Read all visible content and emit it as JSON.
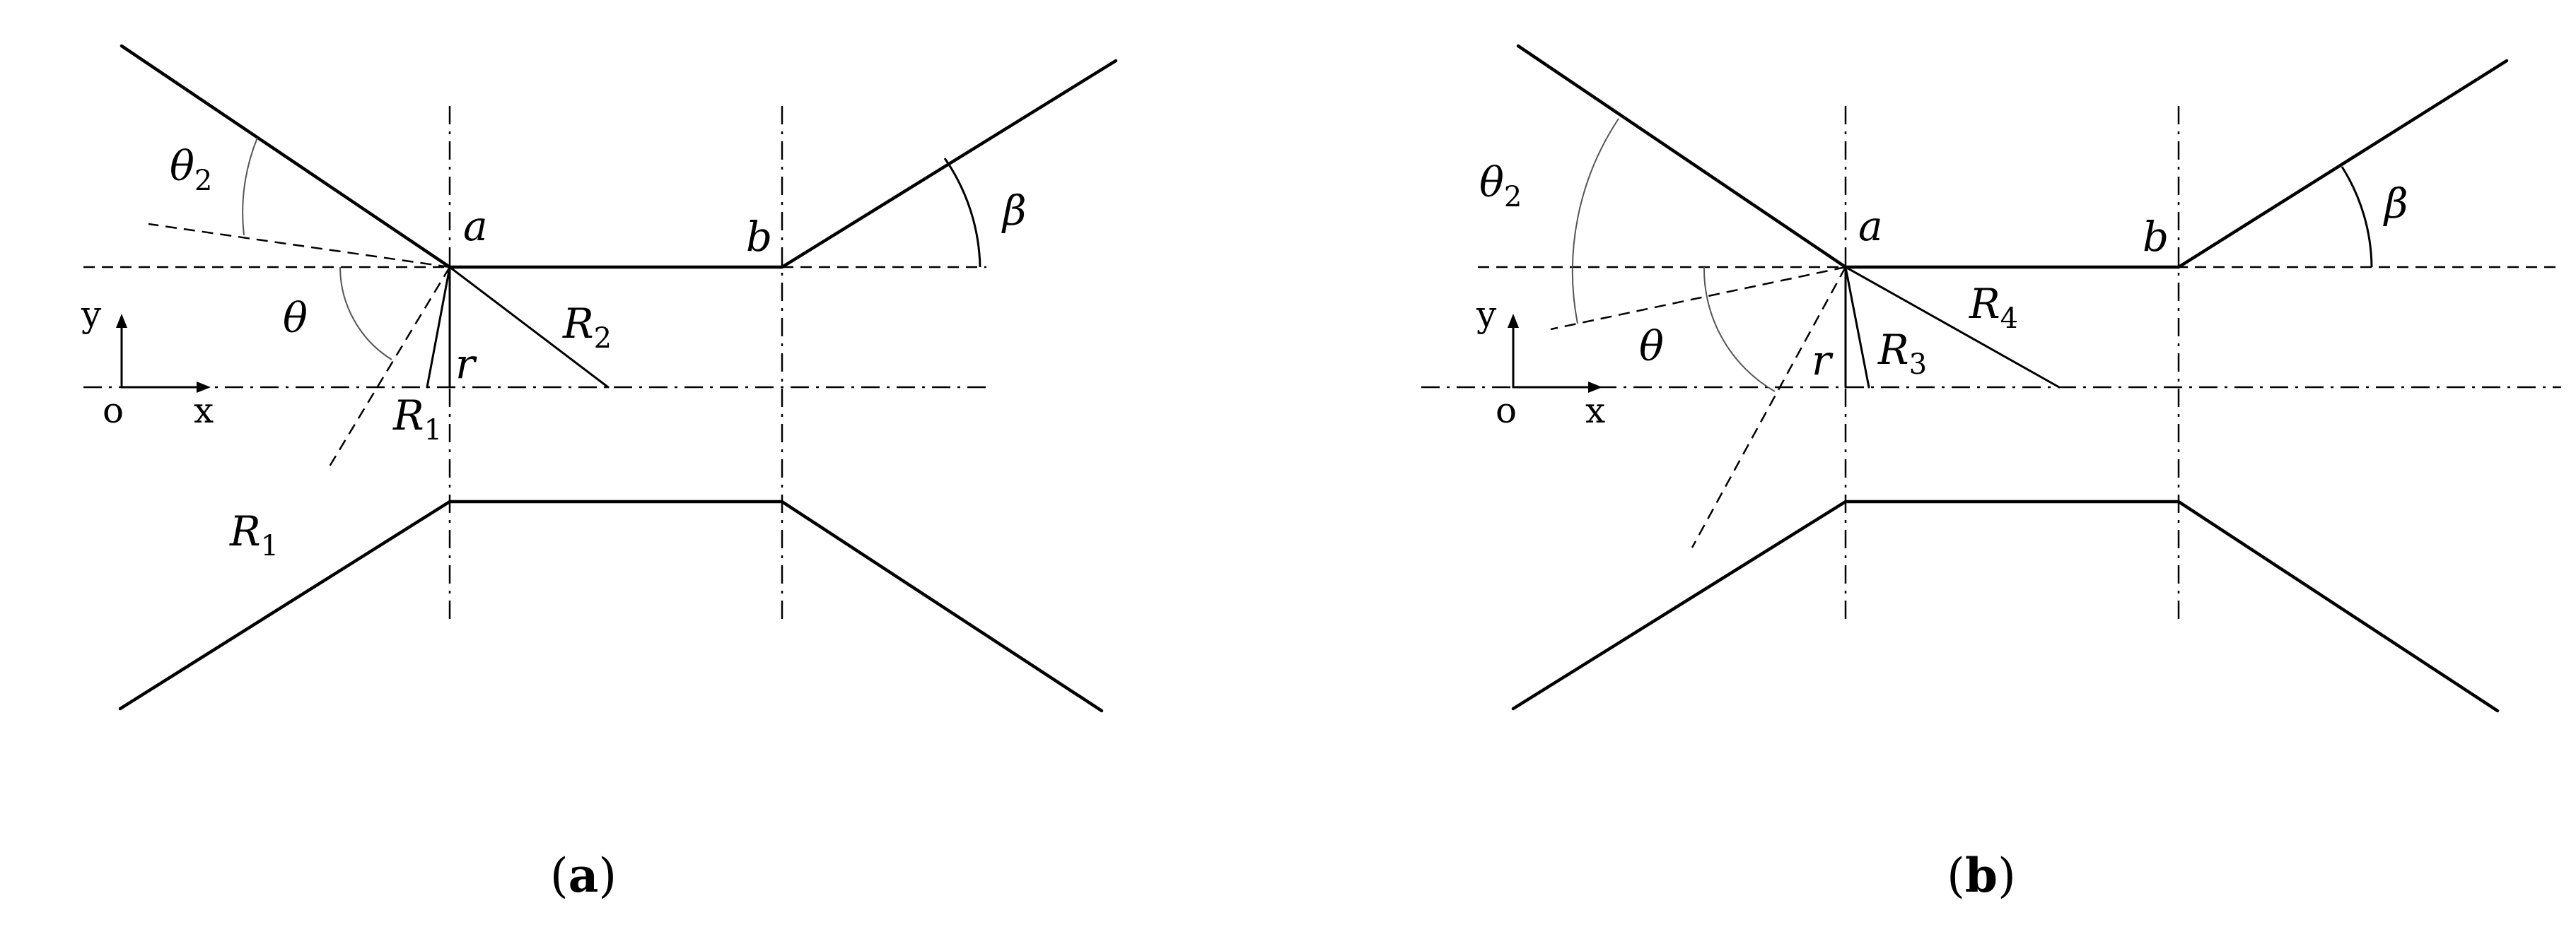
{
  "panels": [
    {
      "id": "a",
      "labels": {
        "theta2": "θ",
        "theta2_sub": "2",
        "theta": "θ",
        "a": "a",
        "b": "b",
        "beta": "β",
        "r": "r",
        "R_near": "R",
        "R_near_sub": "1",
        "R_far": "R",
        "R_far_sub": "2",
        "R_extra": "R",
        "R_extra_sub": "1",
        "y": "y",
        "o": "o",
        "x": "x"
      },
      "caption": {
        "open": "(",
        "letter": "a",
        "close": ")"
      }
    },
    {
      "id": "b",
      "labels": {
        "theta2": "θ",
        "theta2_sub": "2",
        "theta": "θ",
        "a": "a",
        "b": "b",
        "beta": "β",
        "r": "r",
        "R_near": "R",
        "R_near_sub": "3",
        "R_far": "R",
        "R_far_sub": "4",
        "y": "y",
        "o": "o",
        "x": "x"
      },
      "caption": {
        "open": "(",
        "letter": "b",
        "close": ")"
      }
    }
  ]
}
